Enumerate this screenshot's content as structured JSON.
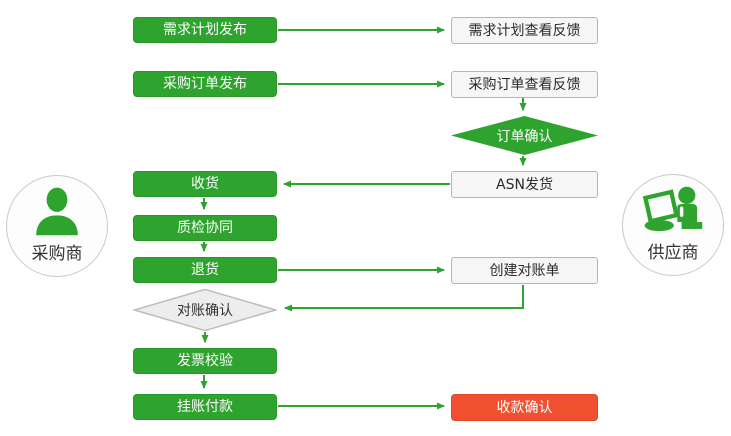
{
  "actors": {
    "buyer": {
      "label": "采购商",
      "icon": "buyer-person-icon"
    },
    "supplier": {
      "label": "供应商",
      "icon": "supplier-laptop-icon"
    }
  },
  "nodes": {
    "demand_plan_publish": {
      "label": "需求计划发布",
      "type": "green-box"
    },
    "demand_plan_feedback": {
      "label": "需求计划查看反馈",
      "type": "white-box"
    },
    "po_publish": {
      "label": "采购订单发布",
      "type": "green-box"
    },
    "po_feedback": {
      "label": "采购订单查看反馈",
      "type": "white-box"
    },
    "order_confirm": {
      "label": "订单确认",
      "type": "green-diamond"
    },
    "receive": {
      "label": "收货",
      "type": "green-box"
    },
    "asn_ship": {
      "label": "ASN发货",
      "type": "white-box"
    },
    "quality_check": {
      "label": "质检协同",
      "type": "green-box"
    },
    "return_goods": {
      "label": "退货",
      "type": "green-box"
    },
    "create_statement": {
      "label": "创建对账单",
      "type": "white-box"
    },
    "statement_confirm": {
      "label": "对账确认",
      "type": "gray-diamond"
    },
    "invoice_check": {
      "label": "发票校验",
      "type": "green-box"
    },
    "payment": {
      "label": "挂账付款",
      "type": "green-box"
    },
    "receipt_confirm": {
      "label": "收款确认",
      "type": "red-box"
    }
  },
  "colors": {
    "green": "#2EA42E",
    "red": "#F0502F",
    "white_box_fill": "#F6F6F6",
    "box_border_gray": "#B5B5B5",
    "gray_diamond_fill": "#EDEDED",
    "text_dark": "#333333",
    "text_light": "#FFFFFF"
  }
}
